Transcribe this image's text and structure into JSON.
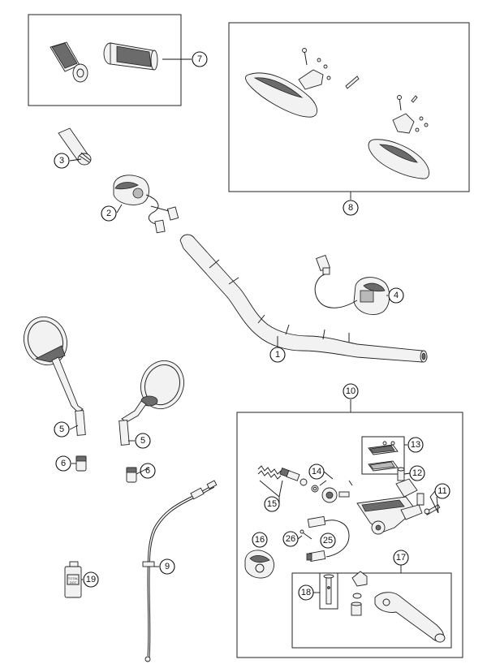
{
  "callouts": {
    "c1": "1",
    "c2": "2",
    "c3": "3",
    "c4": "4",
    "c5a": "5",
    "c5b": "5",
    "c6a": "6",
    "c6b": "6",
    "c7": "7",
    "c8": "8",
    "c9": "9",
    "c10": "10",
    "c11": "11",
    "c12": "12",
    "c13": "13",
    "c14": "14",
    "c15": "15",
    "c16": "16",
    "c17": "17",
    "c18": "18",
    "c19": "19",
    "c25": "25",
    "c26": "26"
  },
  "colors": {
    "line": "#222222",
    "part_fill": "#f2f2f2",
    "dark": "#6b6b6b",
    "background": "#ffffff"
  }
}
